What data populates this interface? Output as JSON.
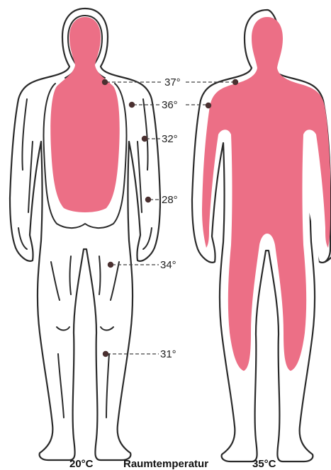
{
  "colors": {
    "core": "#ec6f86",
    "outline": "#2a2a2a",
    "background": "#ffffff"
  },
  "left_figure": {
    "measurements": [
      {
        "label": "37°"
      },
      {
        "label": "36°"
      },
      {
        "label": "32°"
      },
      {
        "label": "28°"
      },
      {
        "label": "34°"
      },
      {
        "label": "31°"
      }
    ]
  },
  "captions": {
    "left_temp": "20°C",
    "title": "Raumtemperatur",
    "right_temp": "35°C"
  }
}
